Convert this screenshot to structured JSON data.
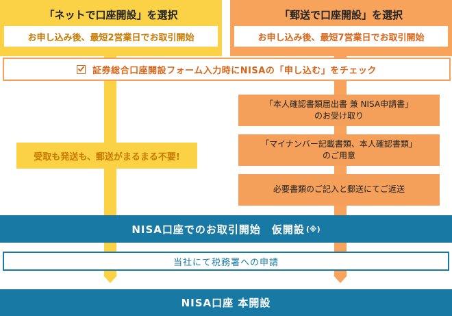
{
  "online": {
    "title": "「ネットで口座開設」を選択",
    "subtitle": "お申し込み後、最短2営業日でお取引開始"
  },
  "mail": {
    "title": "「郵送で口座開設」を選択",
    "subtitle": "お申し込み後、最短7営業日でお取引開始"
  },
  "checkbox_step": {
    "label": "証券総合口座開設フォーム入力時にNISAの「申し込む」をチェック"
  },
  "online_note": "受取も発送も、郵送がまるまる不要!",
  "mail_steps": [
    {
      "line1": "「本人確認書類届出書 兼 NISA申請書」",
      "line2": "のお受け取り"
    },
    {
      "line1": "「マイナンバー記載書類、本人確認書類」",
      "line2": "のご用意"
    },
    {
      "line1": "必要書類のご記入と郵送にてご返送",
      "line2": ""
    }
  ],
  "provisional": {
    "label": "NISA口座でのお取引開始　仮開設",
    "mark": "(※)"
  },
  "application": "当社にて税務署への申請",
  "final": "NISA口座 本開設",
  "colors": {
    "yellow": "#fbd146",
    "orange": "#f7a35c",
    "blue": "#1879a5"
  }
}
